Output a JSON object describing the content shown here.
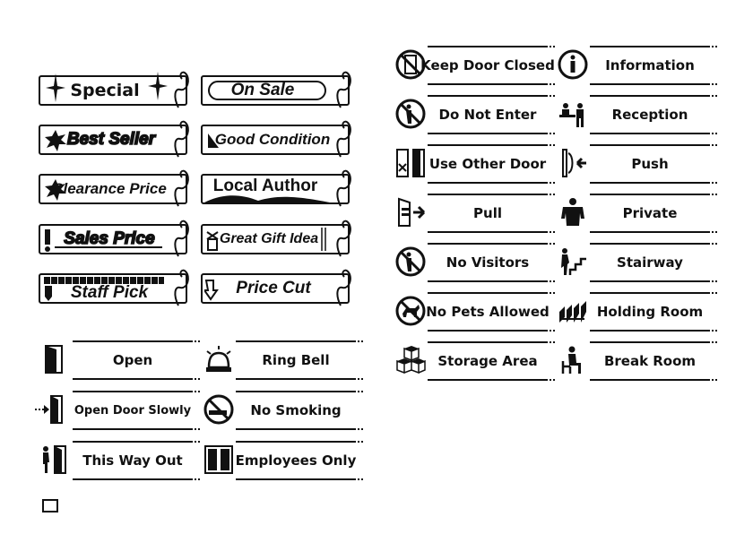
{
  "tags": [
    {
      "label": "Special"
    },
    {
      "label": "On Sale"
    },
    {
      "label": "Best Seller"
    },
    {
      "label": "Good Condition"
    },
    {
      "label": "Clearance Price"
    },
    {
      "label": "Local Author"
    },
    {
      "label": "Sales Price"
    },
    {
      "label": "Great Gift Idea"
    },
    {
      "label": "Staff Pick"
    },
    {
      "label": "Price Cut"
    }
  ],
  "left_signs": [
    {
      "label": "Open",
      "icon": "door-icon"
    },
    {
      "label": "Ring Bell",
      "icon": "bell-icon"
    },
    {
      "label": "Open Door Slowly",
      "icon": "door-arrow-icon"
    },
    {
      "label": "No Smoking",
      "icon": "no-smoking-icon"
    },
    {
      "label": "This Way Out",
      "icon": "exit-person-icon"
    },
    {
      "label": "Employees Only",
      "icon": "double-door-icon"
    }
  ],
  "right_signs": [
    {
      "label": "Keep Door Closed",
      "icon": "no-door-icon"
    },
    {
      "label": "Information",
      "icon": "info-icon"
    },
    {
      "label": "Do Not Enter",
      "icon": "no-entry-person-icon"
    },
    {
      "label": "Reception",
      "icon": "reception-icon"
    },
    {
      "label": "Use Other Door",
      "icon": "other-door-icon"
    },
    {
      "label": "Push",
      "icon": "push-icon"
    },
    {
      "label": "Pull",
      "icon": "pull-icon"
    },
    {
      "label": "Private",
      "icon": "person-icon"
    },
    {
      "label": "No Visitors",
      "icon": "no-visitors-icon"
    },
    {
      "label": "Stairway",
      "icon": "stairs-icon"
    },
    {
      "label": "No Pets Allowed",
      "icon": "no-pets-icon"
    },
    {
      "label": "Holding Room",
      "icon": "chairs-icon"
    },
    {
      "label": "Storage Area",
      "icon": "boxes-icon"
    },
    {
      "label": "Break Room",
      "icon": "seated-person-icon"
    }
  ]
}
